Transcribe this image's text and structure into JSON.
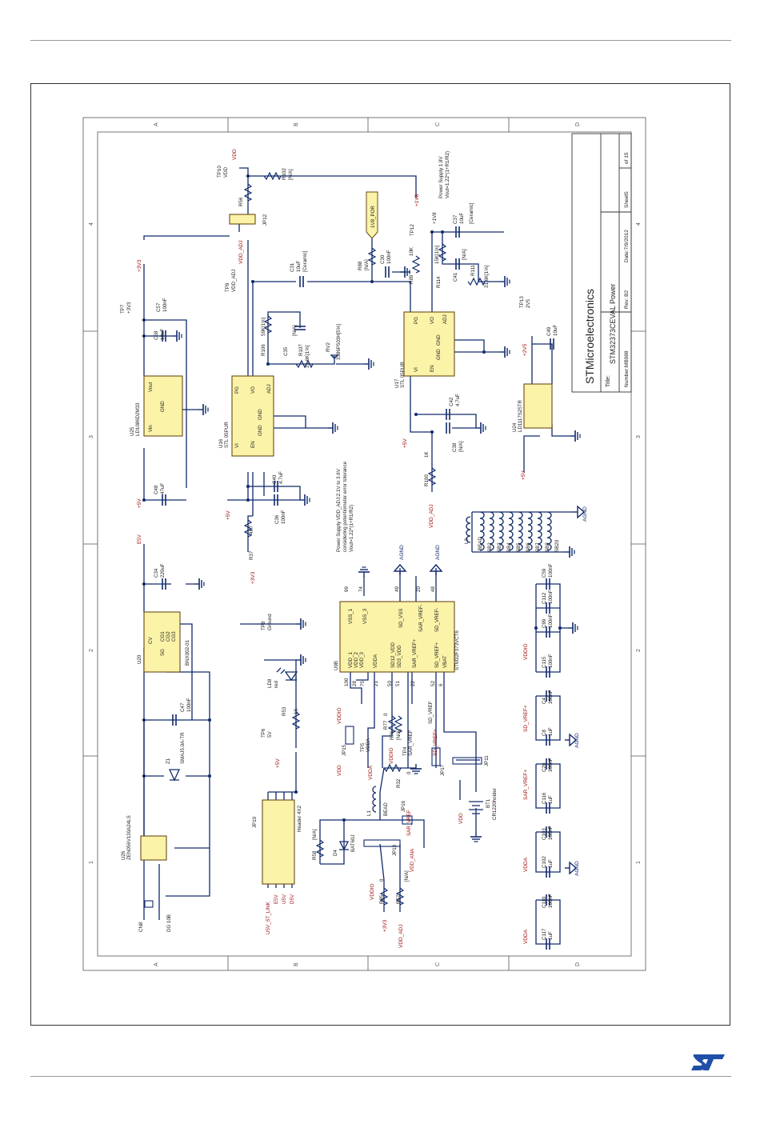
{
  "title_block": {
    "company": "STMicroelectronics",
    "title_label": "Title:",
    "title_value": "STM32373CEVAL Power",
    "number_label": "Number:MB988",
    "rev": "Rev: B2",
    "date": "Date:7/9/2012",
    "sheet": "Sheet5",
    "of": "of 15"
  },
  "zones": {
    "rows": [
      "A",
      "B",
      "C",
      "D"
    ],
    "cols": [
      "4",
      "3",
      "2",
      "1"
    ]
  },
  "notes": {
    "ps18_line1": "Power Supply 1.8V",
    "ps18_line2": "Vout=1.22*(1+R1/R2)",
    "vddadj_line1": "Power Supply VDD_ADJ:2.1V to 3.6V",
    "vddadj_line2": "considering potentiometer error tolerance",
    "vddadj_line3": "Vout=1.22*(1+R1/R2)"
  },
  "components": {
    "cn8": [
      "CN8",
      "DG 10B"
    ],
    "u26": [
      "U26",
      "ZEN056V130A24LS"
    ],
    "z1": [
      "Z1",
      "SMAJ5.0A-TR"
    ],
    "u20": [
      "U20",
      "BNX002-01"
    ],
    "u20_pins": [
      "CV",
      "SG",
      "CG1",
      "CG2",
      "CG3"
    ],
    "c47": [
      "C47",
      "100nF"
    ],
    "c34": [
      "C34",
      "220uF"
    ],
    "e5v": "E5V",
    "u25": [
      "U25",
      "LD1086D2M33"
    ],
    "u25_pins": [
      "Vin",
      "Vout",
      "GND"
    ],
    "c48": [
      "C48",
      "47uF"
    ],
    "c58": [
      "C58",
      "10uF"
    ],
    "c57": [
      "C57",
      "100nF"
    ],
    "tp7": [
      "TP7",
      "+3V3"
    ],
    "u16": [
      "U16",
      "STL 05PUR"
    ],
    "u16_pins": [
      "PG",
      "VO",
      "ADJ",
      "VI",
      "EN",
      "GND",
      "GND"
    ],
    "tp9": [
      "TP9",
      "VDD_ADJ"
    ],
    "c40": [
      "C40",
      "4.7uF"
    ],
    "c36": [
      "C36",
      "100nF"
    ],
    "r37": [
      "R37",
      "4K7"
    ],
    "r106": [
      "R106",
      "59K[1%]"
    ],
    "c35": [
      "C35",
      "[N/A]"
    ],
    "r107": [
      "R107",
      "31.6K[1%]"
    ],
    "rv2": [
      "RV2",
      "3386P503H[5%]"
    ],
    "c31": [
      "C31",
      "10uF",
      "[Ceramic]"
    ],
    "tp10": [
      "TP10",
      "VDD"
    ],
    "r102": [
      "R102",
      "[N/A]"
    ],
    "r56": "R56",
    "jp12": "JP12",
    "u17": [
      "U17",
      "STL 05PUR"
    ],
    "u17_pins": [
      "PG",
      "VO",
      "ADJ",
      "VI",
      "EN",
      "GND",
      "GND"
    ],
    "r88": [
      "R88",
      "[N/A]"
    ],
    "c30": [
      "C30",
      "100nF"
    ],
    "r89": [
      "R89",
      "10K"
    ],
    "r114": [
      "R114",
      "15K[1%]"
    ],
    "c41": [
      "C41",
      "[N/A]"
    ],
    "r111": [
      "R111",
      "31.6K[1%]"
    ],
    "c37": [
      "C37",
      "10uF",
      "[Ceramic]"
    ],
    "tp12": [
      "TP12",
      "+1V8"
    ],
    "por": "1V8_POR",
    "c42": [
      "C42",
      "4.7uF"
    ],
    "c38": [
      "C38",
      "[N/A]"
    ],
    "r100": [
      "R100",
      "1K"
    ],
    "u24": [
      "U24",
      "LD1117S25TR"
    ],
    "c49": [
      "C49",
      "10uF"
    ],
    "tp13": [
      "TP13",
      "2V5"
    ],
    "l3": [
      "L3",
      "BEAD"
    ],
    "bead_labels": [
      "SB2",
      "SB3",
      "SB4",
      "SB5",
      "SB6",
      "SB7",
      "SB8",
      "SB20"
    ],
    "u9b": [
      "U9B",
      "STM32F373VCT6"
    ],
    "u9b_pins": [
      "VSS_1",
      "VSS_3",
      "SD_VSS",
      "SD_VREF-",
      "SAR_VREF-",
      "VDD_1",
      "VDD_2",
      "VDD_3",
      "VDDA",
      "SD12_VDD",
      "SD3_VDD",
      "SAR_VREF+",
      "SD_VREF+",
      "VBAT"
    ],
    "u9b_pin_numbers": [
      "99",
      "74",
      "49",
      "20",
      "48",
      "100",
      "28",
      "75",
      "21",
      "50",
      "51",
      "22",
      "52",
      "6"
    ],
    "tp8": [
      "TP8",
      "Ground"
    ],
    "ld8": [
      "LD8",
      "red"
    ],
    "r53": [
      "R53",
      "1K"
    ],
    "tp6": [
      "TP6",
      "5V"
    ],
    "jp10": [
      "JP10",
      "Header 4X2"
    ],
    "jp10_nets": [
      "U5V_ST_LINK",
      "E5V",
      "U5V",
      "D5V"
    ],
    "jp15": "JP15",
    "tp5": [
      "TP5",
      "VDDA"
    ],
    "r77": [
      "R77",
      "0"
    ],
    "r76": [
      "R76",
      "[N/A]"
    ],
    "tp4": [
      "TP4",
      "SAR_VREF"
    ],
    "tp4b": "SD_VREF",
    "r32": [
      "R32",
      "0"
    ],
    "jp17": "JP17",
    "jp11": "JP11",
    "bt1": [
      "BT1",
      "CR1220holder"
    ],
    "l1": [
      "L1",
      "BEAD"
    ],
    "jp16": [
      "JP16",
      "SAR_VREF"
    ],
    "d4": [
      "D4",
      "BAT60J"
    ],
    "r58": [
      "R58",
      "[N/A]"
    ],
    "jp13": "JP13",
    "r35": [
      "R35",
      "0"
    ],
    "r57": [
      "R57",
      "[N/A]"
    ],
    "vdd_ana": "VDD_ANA",
    "decoupling": [
      [
        "C59",
        "100nF"
      ],
      [
        "C112",
        "100nF"
      ],
      [
        "C99",
        "100nF"
      ],
      [
        "C115",
        "100nF"
      ],
      [
        "C4",
        "100nF"
      ],
      [
        "C8",
        "1uF"
      ],
      [
        "C20",
        "100nF"
      ],
      [
        "C116",
        "1uF"
      ],
      [
        "C103",
        "100nF"
      ],
      [
        "C102",
        "1uF"
      ],
      [
        "C110",
        "100nF"
      ],
      [
        "C117",
        "1uF"
      ]
    ]
  },
  "nets": {
    "vdd": "VDD",
    "p3v3": "+3V3",
    "p5v": "+5V",
    "vdd_adj": "VDD_ADJ",
    "p1v8": "+1V8",
    "p2v5": "+2V5",
    "vddio": "VDDIO",
    "vdda": "VDDA",
    "sd_vref_plus": "SD_VREF+",
    "sar_vref_plus": "SAR_VREF+",
    "agnd": "AGND"
  }
}
